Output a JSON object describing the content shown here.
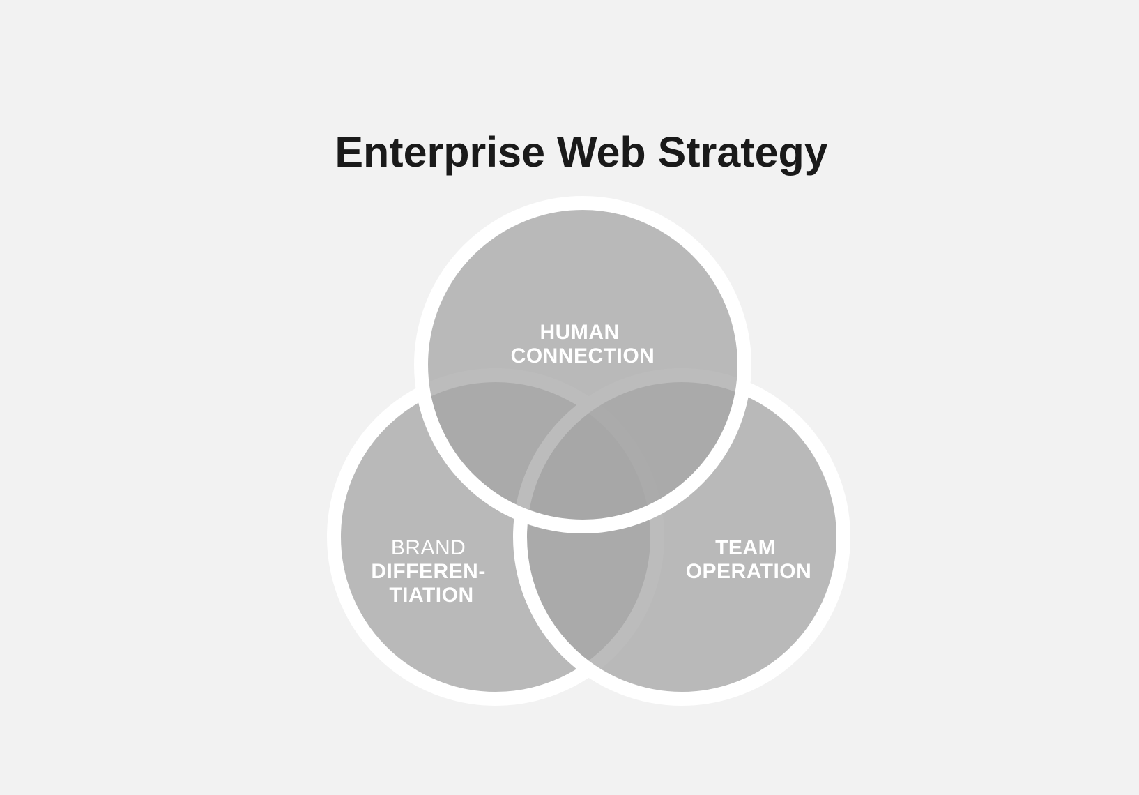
{
  "title": "Enterprise Web Strategy",
  "colors": {
    "background": "#f2f2f2",
    "circle_fill": "#a6a6a6",
    "circle_stroke": "#ffffff",
    "title_text": "#1a1a1a",
    "label_text": "#ffffff"
  },
  "circles": [
    {
      "id": "human-connection",
      "label_lines": [
        "HUMAN",
        "CONNECTION"
      ]
    },
    {
      "id": "brand-differentiation",
      "label_lines": [
        "BRAND",
        "DIFFEREN-",
        "TIATION"
      ]
    },
    {
      "id": "team-operation",
      "label_lines": [
        "TEAM",
        "OPERATION"
      ]
    }
  ]
}
